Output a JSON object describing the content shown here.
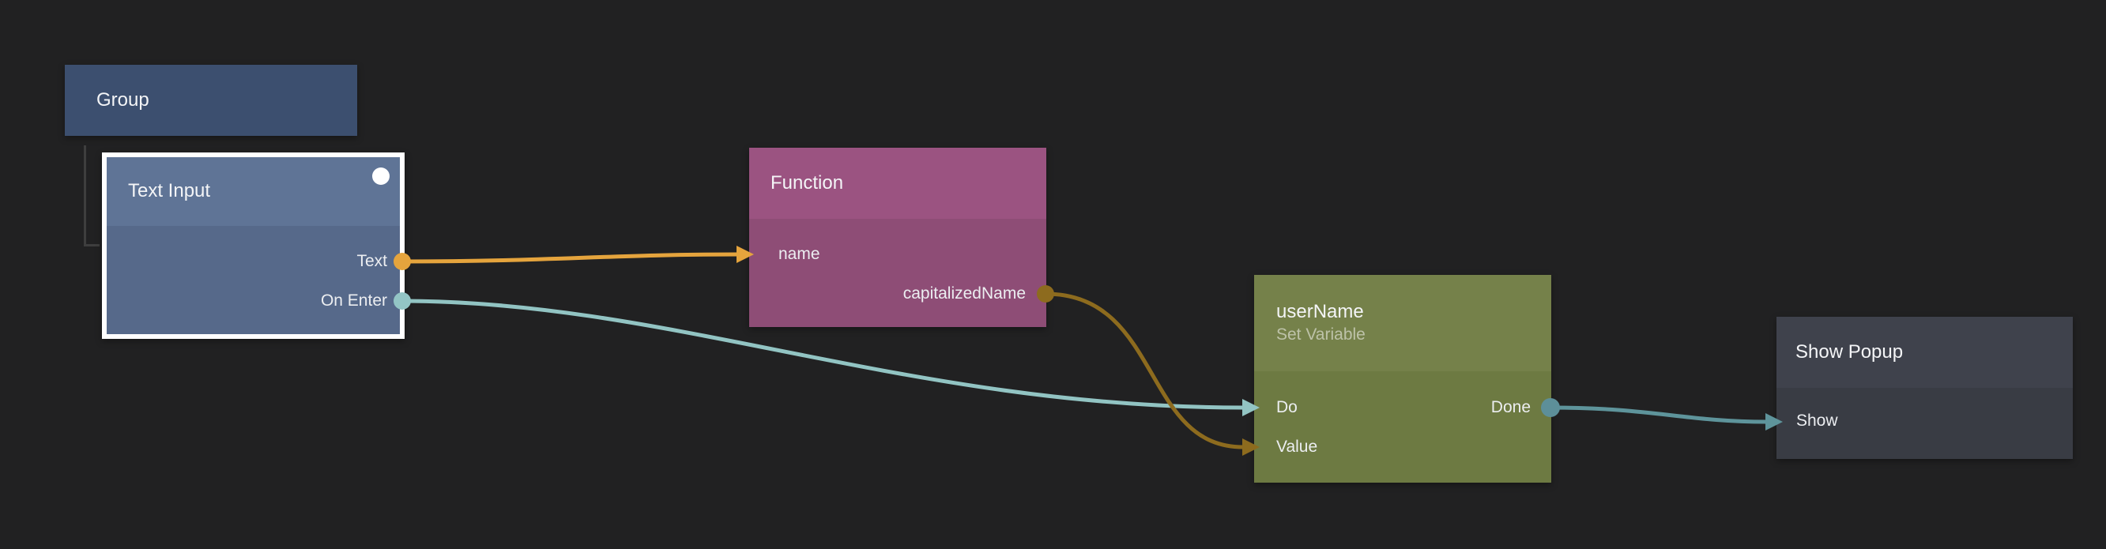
{
  "canvas": {
    "background": "#212122",
    "hierarchy_line_color": "#3e3e3e"
  },
  "nodes": {
    "group": {
      "title": "Group",
      "color": "#3c4f6f"
    },
    "text_input": {
      "title": "Text Input",
      "selected": true,
      "selection_border_color": "#ffffff",
      "header_color": "#5f7496",
      "body_color": "#56698a",
      "ports": {
        "text": {
          "label": "Text",
          "direction": "output",
          "color": "#e5a43d"
        },
        "on_enter": {
          "label": "On Enter",
          "direction": "output",
          "color": "#93c5c5"
        }
      }
    },
    "function": {
      "title": "Function",
      "header_color": "#9b5381",
      "body_color": "#8e4d76",
      "ports": {
        "name": {
          "label": "name",
          "direction": "input"
        },
        "capitalized_name": {
          "label": "capitalizedName",
          "direction": "output",
          "color": "#8d6b1e"
        }
      }
    },
    "user_name": {
      "title": "userName",
      "subtitle": "Set Variable",
      "header_color": "#75814a",
      "body_color": "#6d7a42",
      "ports": {
        "do": {
          "label": "Do",
          "direction": "input"
        },
        "value": {
          "label": "Value",
          "direction": "input"
        },
        "done": {
          "label": "Done",
          "direction": "output",
          "color": "#5d8f99"
        }
      }
    },
    "show_popup": {
      "title": "Show Popup",
      "header_color": "#3f424c",
      "body_color": "#393c44",
      "ports": {
        "show": {
          "label": "Show",
          "direction": "input"
        }
      }
    }
  },
  "connections": [
    {
      "from": "Text Input / Text",
      "to": "Function / name",
      "color": "#e5a43d"
    },
    {
      "from": "Text Input / On Enter",
      "to": "userName / Do",
      "color": "#92c4c3"
    },
    {
      "from": "Function / capitalizedName",
      "to": "userName / Value",
      "color": "#8d6b1e"
    },
    {
      "from": "userName / Done",
      "to": "Show Popup / Show",
      "color": "#5e949b"
    }
  ]
}
